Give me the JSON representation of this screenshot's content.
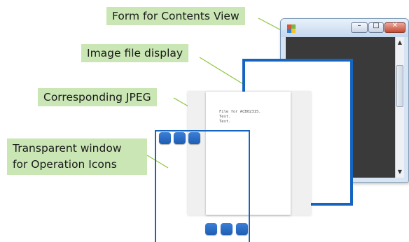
{
  "callouts": {
    "form": "Form for Contents View",
    "image_display": "Image file display",
    "jpeg": "Corresponding JPEG",
    "transparent_line1": "Transparent window",
    "transparent_line2": "for Operation Icons"
  },
  "document": {
    "line1": "File for ACB02315.",
    "line2": "Test.",
    "line3": "Test."
  },
  "form_window": {
    "minimize_glyph": "–",
    "maximize_glyph": "□",
    "close_glyph": "✕",
    "scroll_up_glyph": "▲",
    "scroll_down_glyph": "▼"
  },
  "colors": {
    "callout_bg": "#c9e6b4",
    "leader_line": "#8cc63e",
    "frame_blue": "#1565c0",
    "icon_blue": "#2566c0",
    "form_client": "#3a3a3a"
  }
}
